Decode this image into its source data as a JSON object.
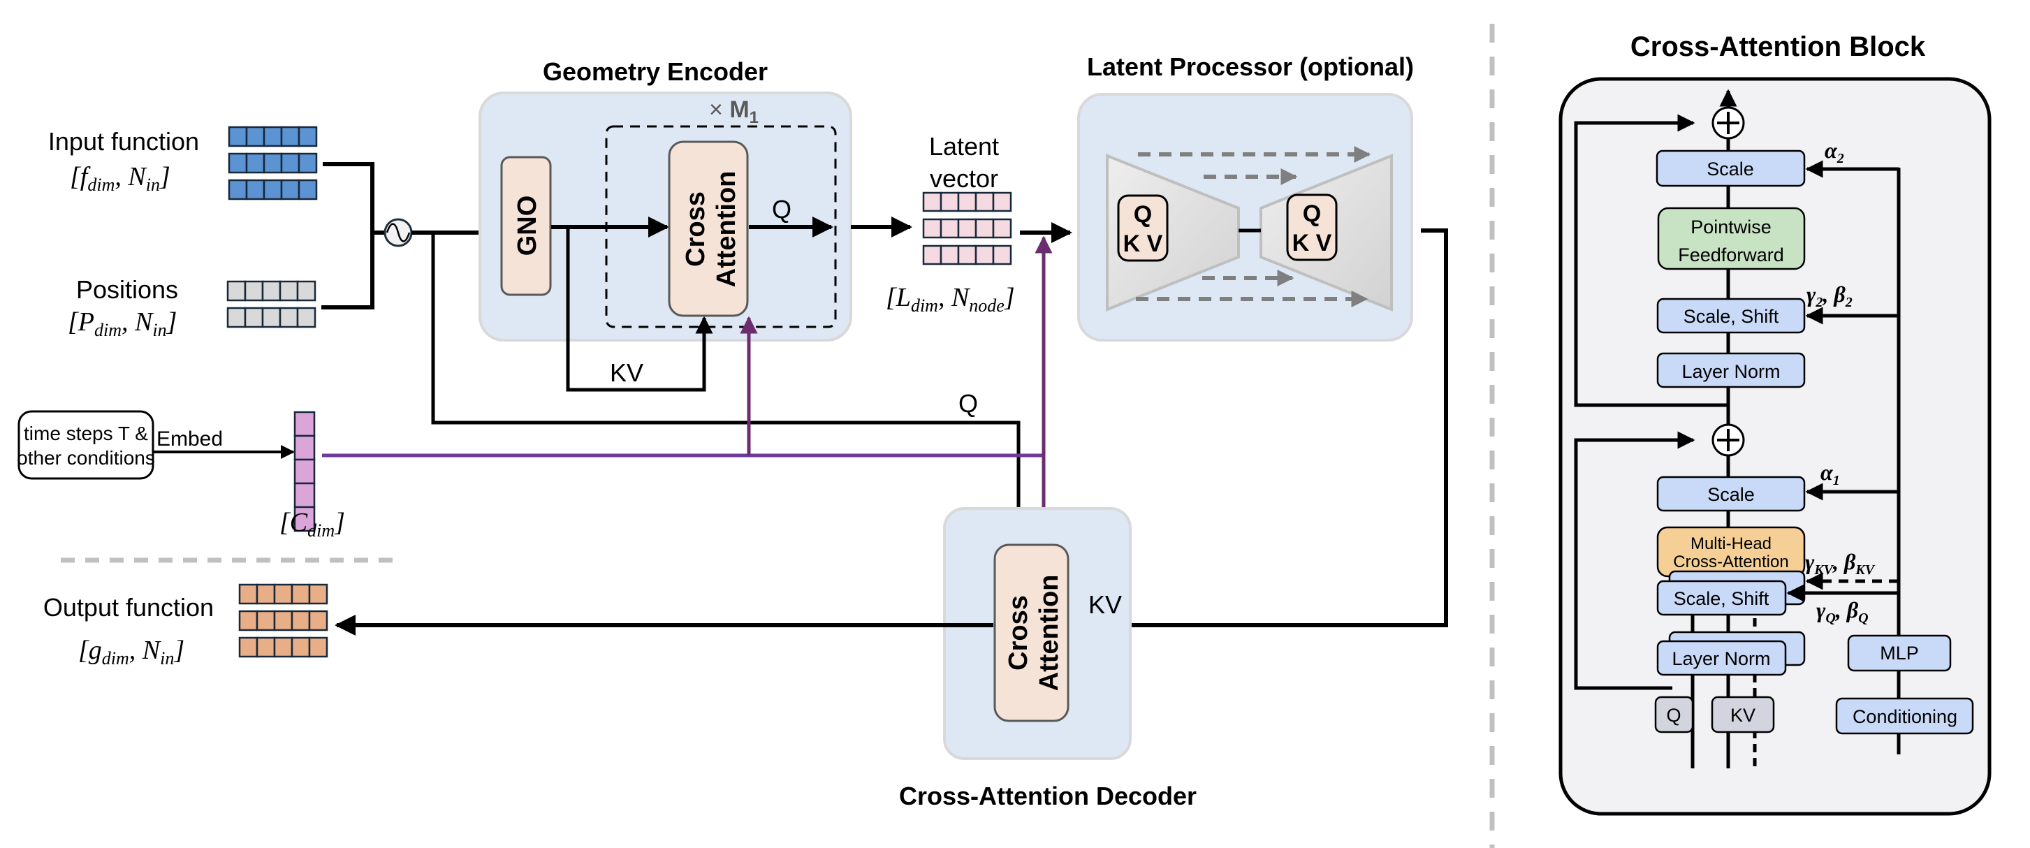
{
  "titles": {
    "geometry_encoder": "Geometry Encoder",
    "latent_processor": "Latent Processor (optional)",
    "decoder": "Cross-Attention Decoder",
    "block": "Cross-Attention Block"
  },
  "inputs": {
    "input_function": {
      "label": "Input function",
      "shape_open": "[",
      "f": "f",
      "f_sub": "dim",
      "n": "N",
      "n_sub": "in",
      "shape_close": "]"
    },
    "positions": {
      "label": "Positions",
      "p": "P",
      "p_sub": "dim",
      "n": "N",
      "n_sub": "in"
    },
    "conditions": {
      "line1": "time steps  T &",
      "line2": "other conditions",
      "embed_label": "Embed",
      "c": "C",
      "c_sub": "dim"
    },
    "output_function": {
      "label": "Output function",
      "g": "g",
      "g_sub": "dim",
      "n": "N",
      "n_sub": "in"
    }
  },
  "encoder": {
    "gno": "GNO",
    "cross_line1": "Cross",
    "cross_line2": "Attention",
    "repeat_times": "×",
    "repeat_m": "M",
    "repeat_sub": "1",
    "q_label": "Q",
    "kv_label": "KV"
  },
  "latent": {
    "line1": "Latent",
    "line2": "vector",
    "l": "L",
    "l_sub": "dim",
    "n": "N",
    "n_sub": "node",
    "q": "Q",
    "kv": "K V"
  },
  "decoder": {
    "cross_line1": "Cross",
    "cross_line2": "Attention",
    "q_label": "Q",
    "kv_label": "KV"
  },
  "block": {
    "scale_top": "Scale",
    "feedforward_line1": "Pointwise",
    "feedforward_line2": "Feedforward",
    "scale_shift_top": "Scale, Shift",
    "layer_norm_top": "Layer Norm",
    "scale_bottom": "Scale",
    "mhca_line1": "Multi-Head",
    "mhca_line2": "Cross-Attention",
    "scale_shift_bottom": "Scale, Shift",
    "layer_norm_bottom": "Layer Norm",
    "q": "Q",
    "kv": "KV",
    "mlp": "MLP",
    "conditioning": "Conditioning",
    "alpha2": "α",
    "alpha2_sub": "2",
    "gb2_g": "γ",
    "gb2_g_sub": "2",
    "gb2_b": "β",
    "gb2_b_sub": "2",
    "alpha1": "α",
    "alpha1_sub": "1",
    "gbkv_g": "γ",
    "gbkv_g_sub": "KV",
    "gbkv_b": "β",
    "gbkv_b_sub": "KV",
    "gbq_g": "γ",
    "gbq_g_sub": "Q",
    "gbq_b": "β",
    "gbq_b_sub": "Q"
  },
  "colors": {
    "input_blue": "#5b93d3",
    "position_gray": "#d9d9d9",
    "latent_pink": "#f5dbe1",
    "output_orange": "#e8ae87",
    "embed_violet": "#dca5d9",
    "module_bg": "#dde8f4",
    "attention_peach": "#f6e3d8",
    "condition_purple": "#6b2d6e",
    "block_bg": "#f2f2f4",
    "block_blue": "#c9daf8",
    "block_green": "#c8e2c4",
    "block_orange": "#f5cf96",
    "block_gray": "#d3d5de",
    "separator_gray": "#c0c0c0"
  }
}
